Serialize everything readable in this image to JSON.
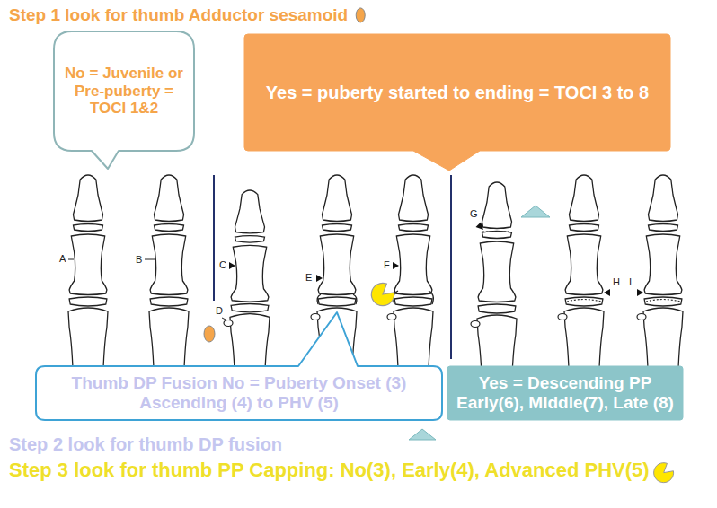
{
  "diagram": {
    "nodes": [
      {
        "text": [
          "No = Juvenile or Pre-puberty = TOCI 1&2"
        ]
      },
      {
        "text": [
          "Yes = puberty started to ending = TOCI 3 to 8"
        ]
      },
      {
        "text": [
          "Thumb DP Fusion No = Puberty Onset (3) Ascending (4) to PHV (5)"
        ]
      },
      {
        "text": [
          "Yes = Descending PP Early(6), Middle(7), Late (8)"
        ]
      }
    ],
    "labels": [
      "Step 1 look for thumb Adductor sesamoid",
      "A",
      "B",
      "C",
      "D",
      "E",
      "F",
      "G",
      "H",
      "I",
      "Step 2 look for thumb DP fusion",
      "Step 3 look for thumb PP Capping: No(3), Early(4), Advanced PHV(5)"
    ]
  }
}
